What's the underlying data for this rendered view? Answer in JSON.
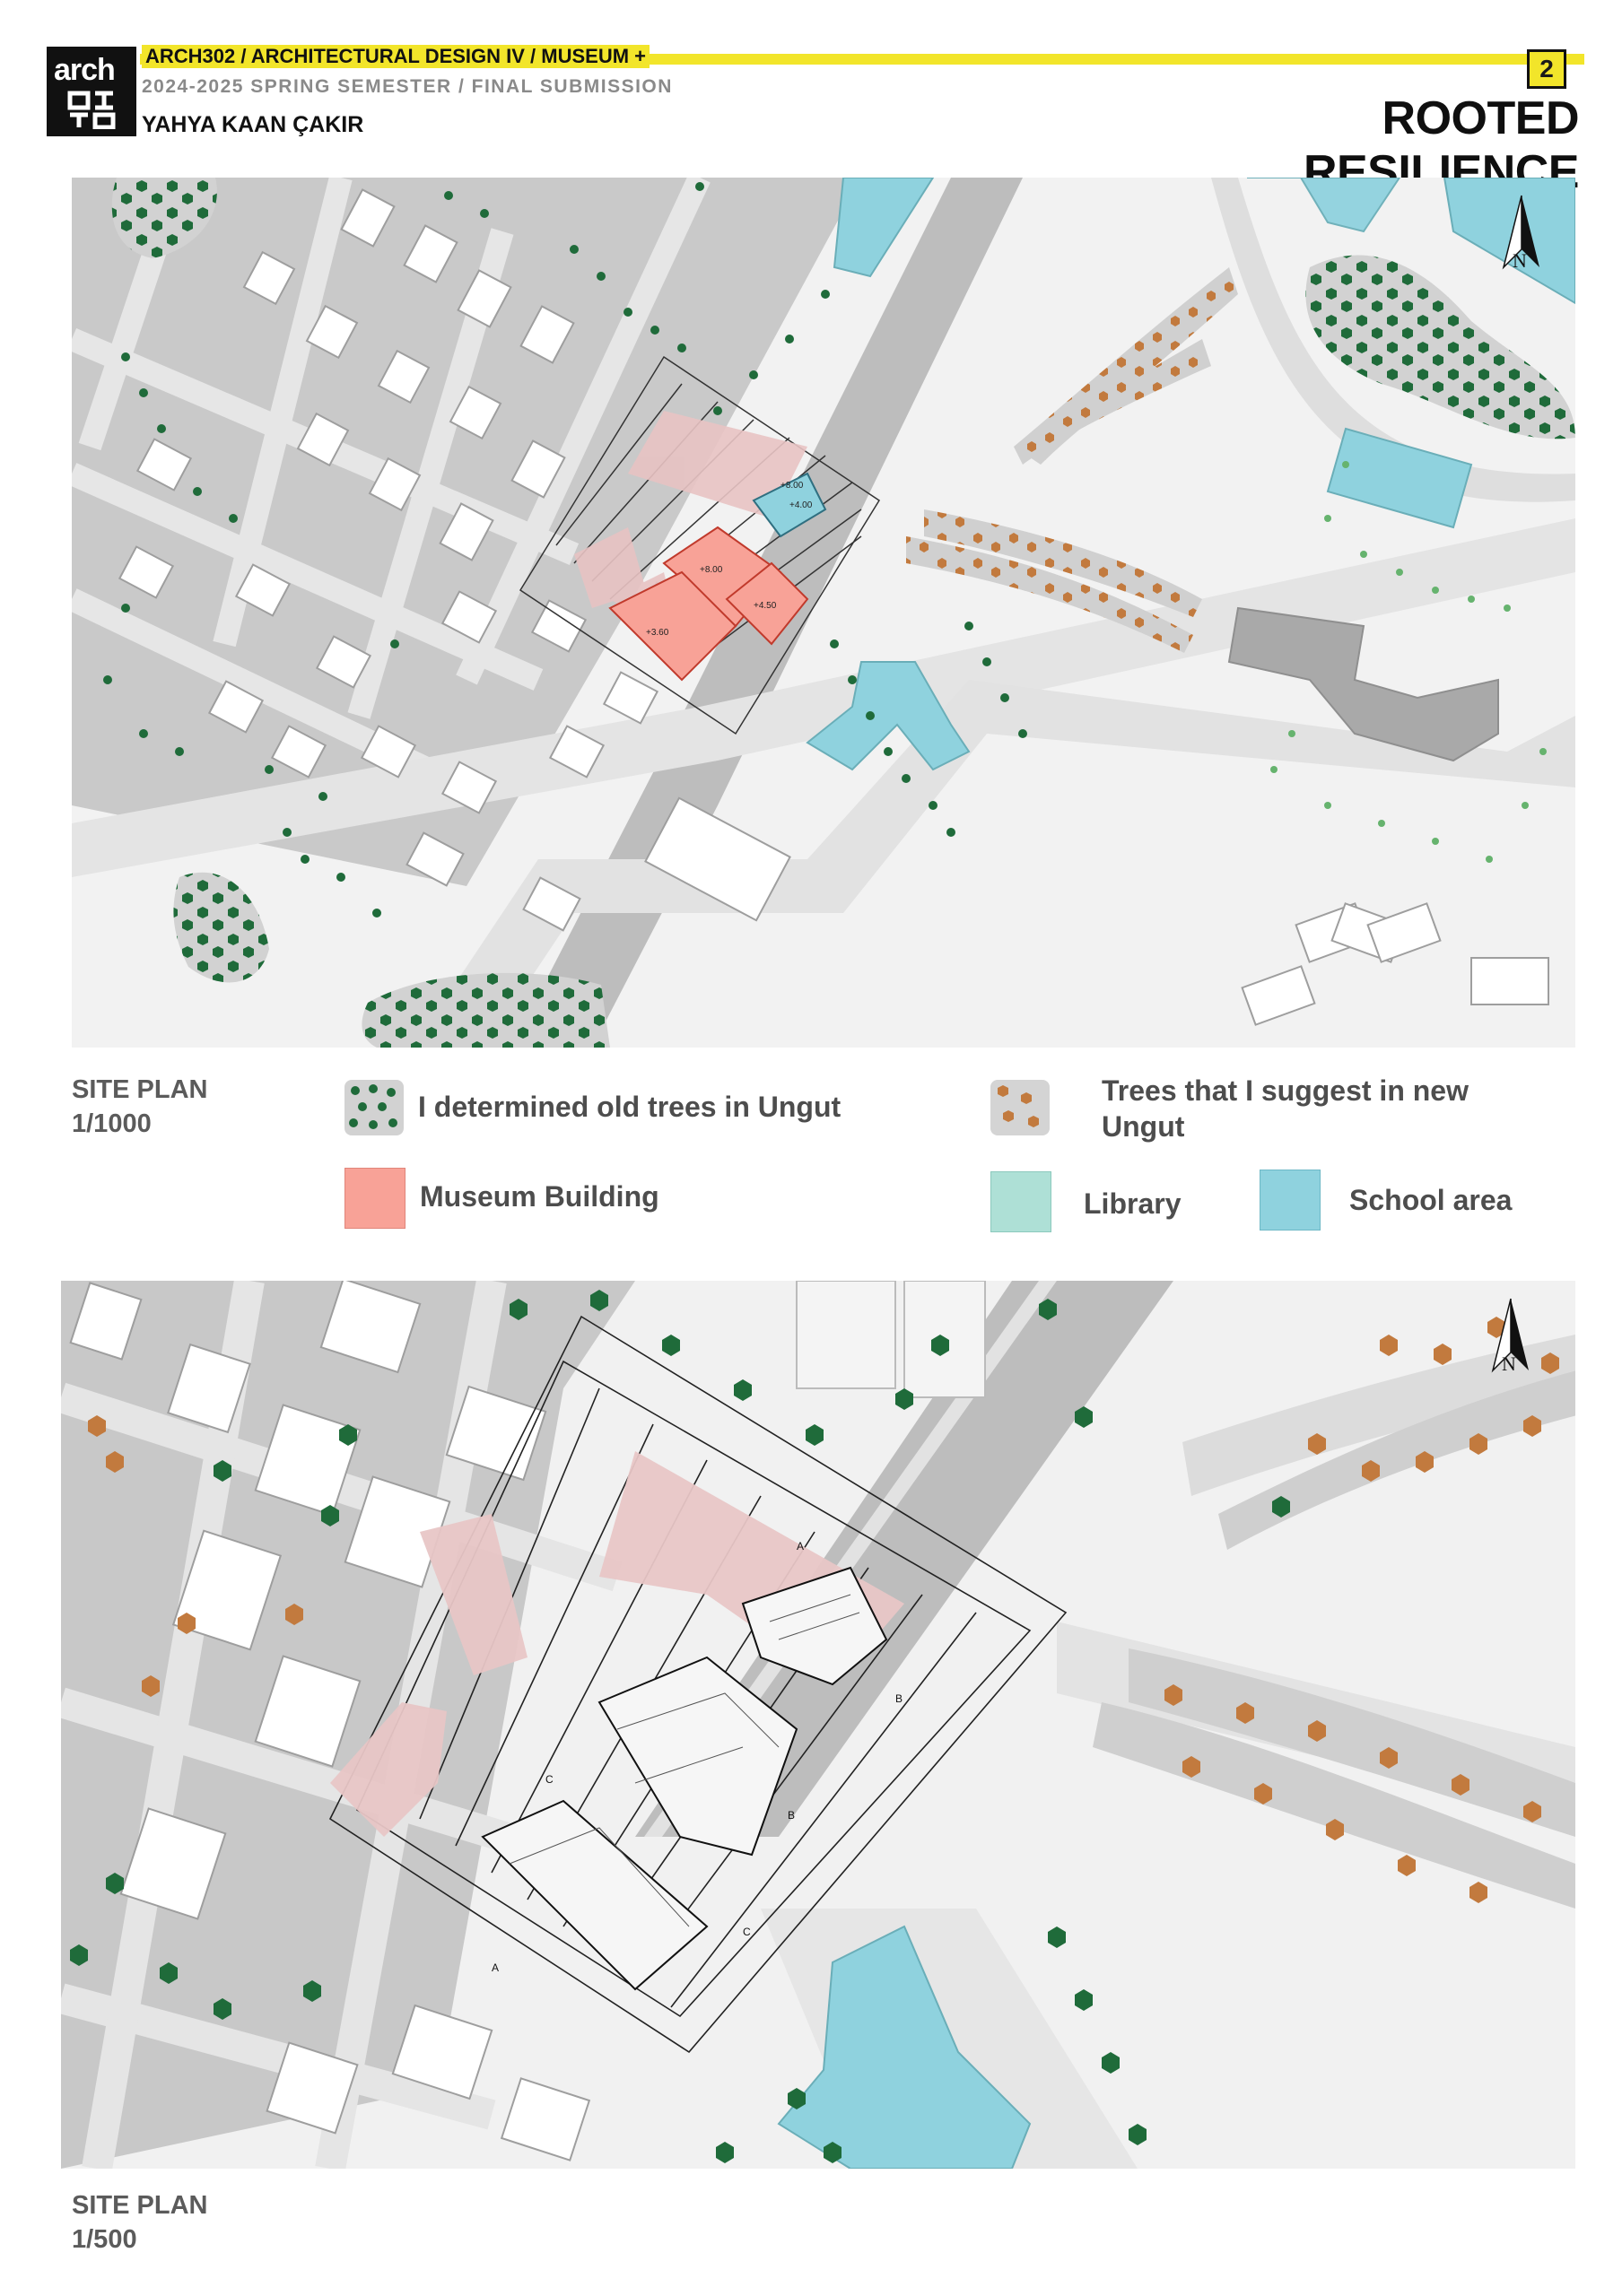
{
  "header": {
    "logo_text": "arch",
    "course_line": "ARCH302 / ARCHITECTURAL DESIGN IV / MUSEUM +",
    "semester_line": "2024-2025 SPRING SEMESTER / FINAL SUBMISSION",
    "author": "YAHYA KAAN ÇAKIR",
    "page_number": "2",
    "project_title": "ROOTED RESILIENCE",
    "accent_color": "#f2e52a"
  },
  "site_plan_1000": {
    "caption": "SITE PLAN\n1/1000",
    "north_label": "N",
    "elevations": [
      "+8.00",
      "+4.00",
      "+8.00",
      "+4.50",
      "+3.60"
    ]
  },
  "site_plan_500": {
    "caption": "SITE PLAN\n1/500",
    "north_label": "N",
    "section_marks": [
      "A",
      "A",
      "B",
      "B",
      "C",
      "C"
    ]
  },
  "legend": {
    "old_trees": "I determined old trees in Ungut",
    "new_trees": "Trees that I suggest in new Ungut",
    "museum": "Museum Building",
    "library": "Library",
    "school": "School area",
    "colors": {
      "old_tree": "#1f6b3a",
      "new_tree": "#c27a3e",
      "museum": "#f8a297",
      "library": "#aee0d6",
      "school": "#8fd2de"
    }
  }
}
